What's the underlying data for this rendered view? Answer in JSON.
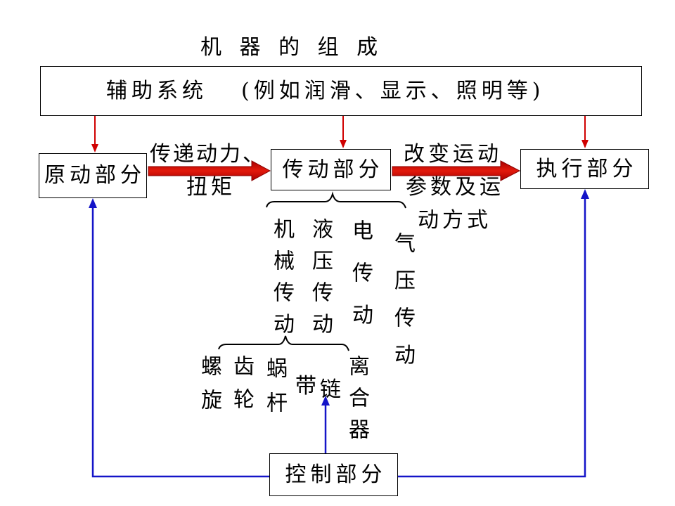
{
  "title": "机 器 的 组 成",
  "auxiliary_system": {
    "label": "辅助系统",
    "note": "(例如润滑、显示、照明等)"
  },
  "blocks": {
    "prime_mover": "原动部分",
    "transmission": "传动部分",
    "executor": "执行部分",
    "control": "控制部分"
  },
  "flow_labels": {
    "power_transfer": [
      "传递动力、",
      "扭矩"
    ],
    "motion_change": [
      "改变运动",
      "参数及运",
      "动方式"
    ]
  },
  "transmission_types": [
    "机械传动",
    "液压传动",
    "电传动",
    "气压传动"
  ],
  "mechanical_types": [
    "螺旋",
    "齿轮",
    "蜗杆",
    "带",
    "链",
    "离合器"
  ],
  "colors": {
    "flow_arrow": "#e21a0c",
    "control_line": "#1414c8",
    "auxiliary_arrow": "#d00000"
  }
}
